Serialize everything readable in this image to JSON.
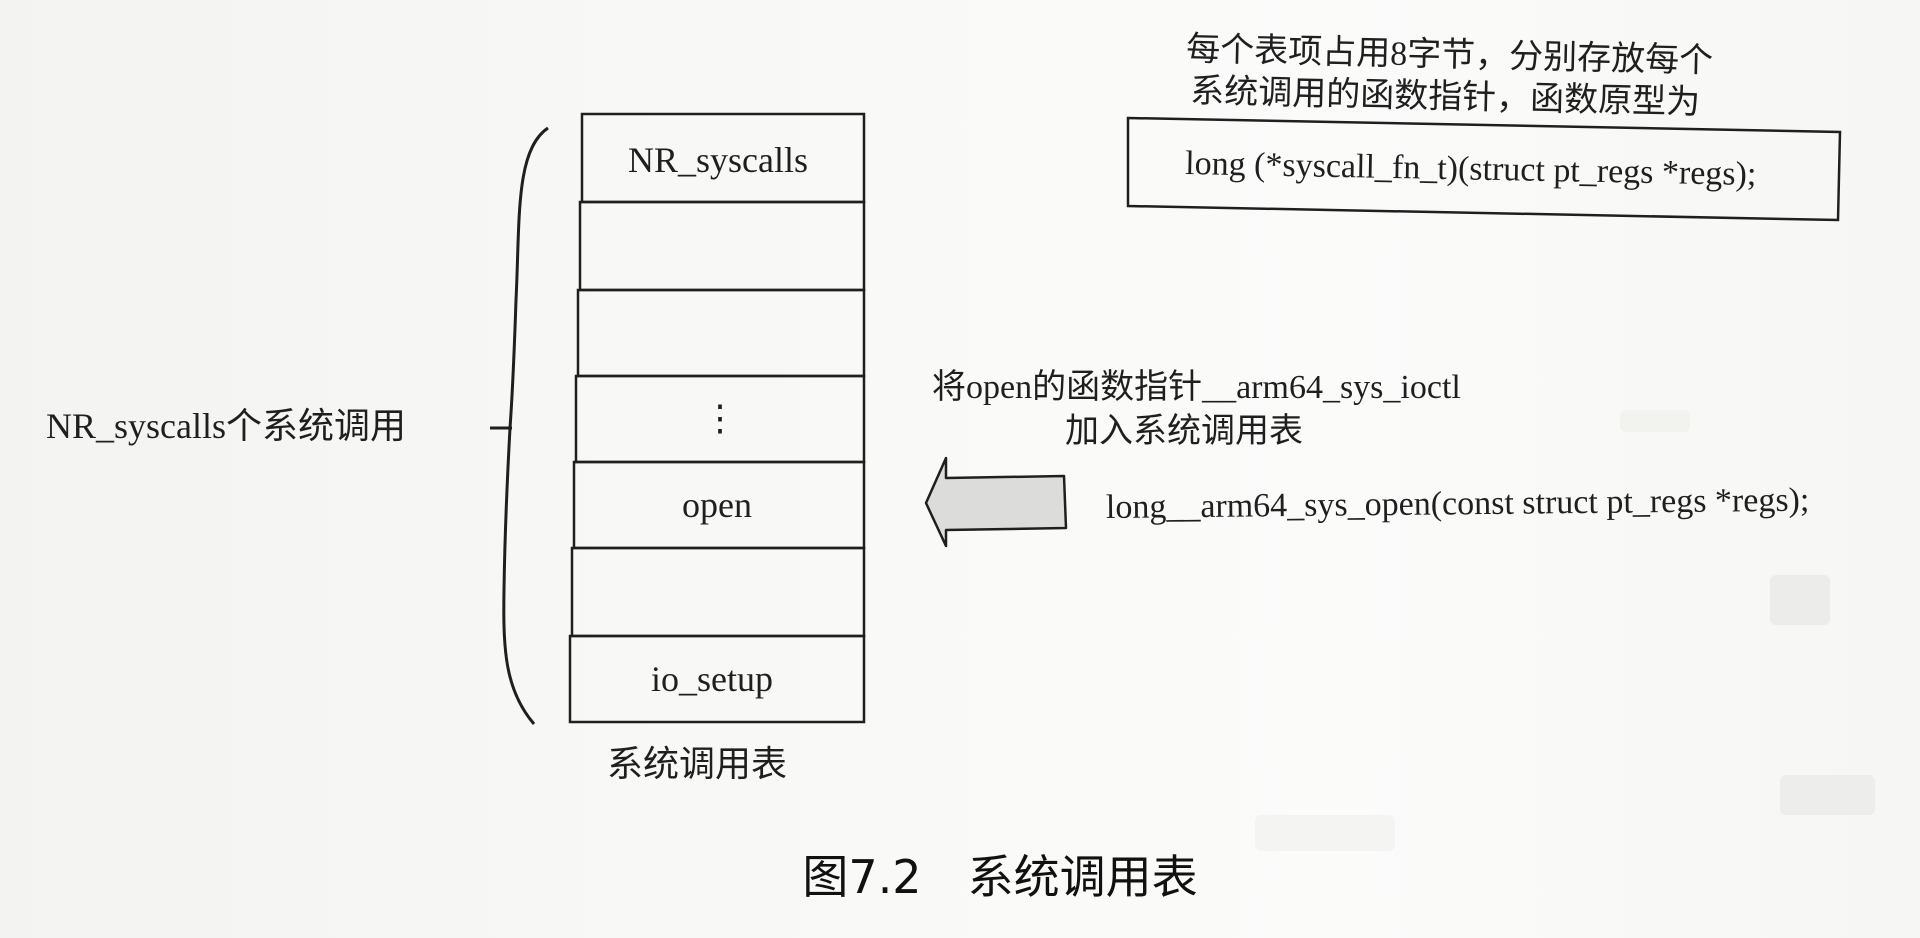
{
  "table": {
    "cells": [
      "NR_syscalls",
      "",
      "",
      "⋮",
      "open",
      "",
      "io_setup"
    ],
    "caption": "系统调用表"
  },
  "side_label": "NR_syscalls个系统调用",
  "top_note": {
    "line1": "每个表项占用8字节，分别存放每个",
    "line2": "系统调用的函数指针，函数原型为",
    "prototype": "long (*syscall_fn_t)(struct pt_regs *regs);"
  },
  "middle_note": {
    "line1": "将open的函数指针__arm64_sys_ioctl",
    "line2": "加入系统调用表",
    "prototype": "long__arm64_sys_open(const struct pt_regs *regs);"
  },
  "figure_caption": "图7.2　系统调用表",
  "colors": {
    "ink": "#1f1f1f",
    "paper": "#f8f8f6",
    "arrow_fill": "#d9d9d7"
  },
  "icons": {
    "arrow": "left-arrow-icon",
    "brace": "left-brace-icon"
  }
}
